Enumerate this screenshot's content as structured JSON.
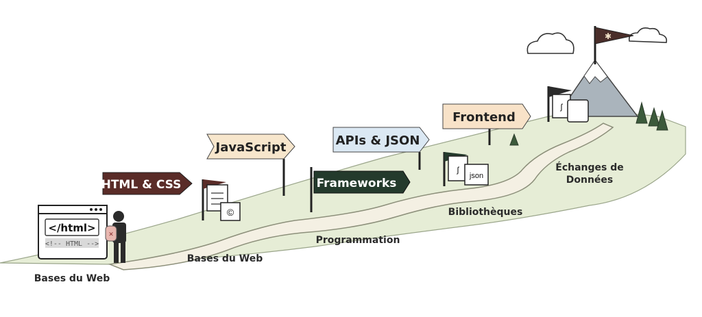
{
  "browser_window": {
    "html_tag": "</html>",
    "html_comment": "<!-- HTML -->"
  },
  "signs": {
    "html_css": "HTML & CSS",
    "javascript": "JavaScript",
    "frameworks": "Frameworks",
    "apis_json": "APIs & JSON",
    "frontend": "Frontend"
  },
  "milestones": {
    "bases_du_web_start": "Bases du Web",
    "bases_du_web": "Bases du Web",
    "programmation": "Programmation",
    "bibliotheques": "Bibliothèques",
    "echanges_line1": "Échanges de",
    "echanges_line2": "Données"
  },
  "doc_labels": {
    "json": "json"
  },
  "colors": {
    "sign_dark_red": "#5a2c28",
    "sign_cream": "#f7e6cc",
    "sign_dark_green": "#243a2c",
    "sign_blue": "#dbe8f3",
    "sign_peach": "#f8e2c8",
    "hill": "#e6edd6",
    "path": "#f4f0e3"
  }
}
